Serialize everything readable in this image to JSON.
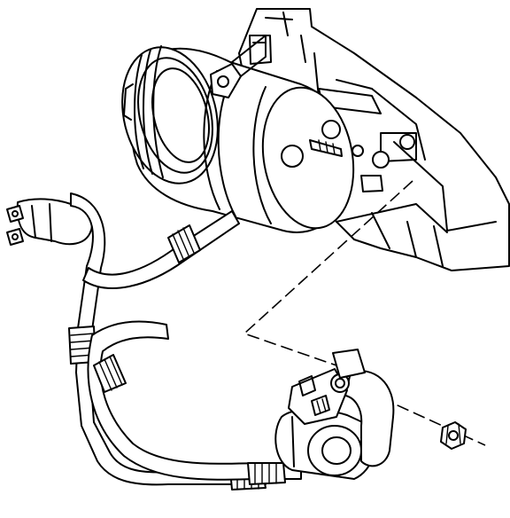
{
  "diagram": {
    "background_color": "#ffffff",
    "line_color": "#000000",
    "parts": [
      "engine-bracket",
      "ac-compressor",
      "compressor-clutch-pulley",
      "hose-manifold-assembly",
      "suction-hose",
      "discharge-hose",
      "muffler",
      "retaining-nut"
    ]
  }
}
